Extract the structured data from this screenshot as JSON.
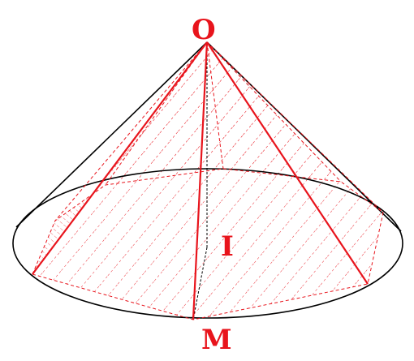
{
  "labels": {
    "apex": "O",
    "center": "I",
    "base_point": "M"
  },
  "colors": {
    "cone_outline": "#000000",
    "pyramid_edges": "#e8141c",
    "hatch": "#e8141c",
    "labels": "#e8141c",
    "background": "#ffffff"
  }
}
